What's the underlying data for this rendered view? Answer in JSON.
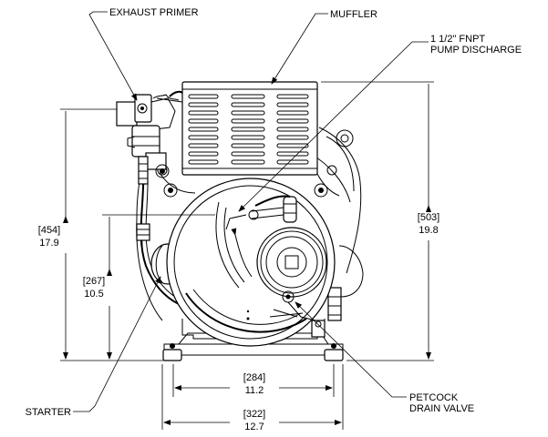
{
  "callouts": {
    "exhaust_primer": "EXHAUST PRIMER",
    "muffler": "MUFFLER",
    "pump_discharge_line1": "1 1/2\" FNPT",
    "pump_discharge_line2": "PUMP DISCHARGE",
    "starter": "STARTER",
    "petcock_line1": "PETCOCK",
    "petcock_line2": "DRAIN VALVE"
  },
  "dimensions": {
    "overall_height_left": {
      "mm": "[454]",
      "in": "17.9"
    },
    "shaft_height": {
      "mm": "[267]",
      "in": "10.5"
    },
    "overall_height_right": {
      "mm": "[503]",
      "in": "19.8"
    },
    "mount_spacing": {
      "mm": "[284]",
      "in": "11.2"
    },
    "overall_width": {
      "mm": "[322]",
      "in": "12.7"
    }
  }
}
